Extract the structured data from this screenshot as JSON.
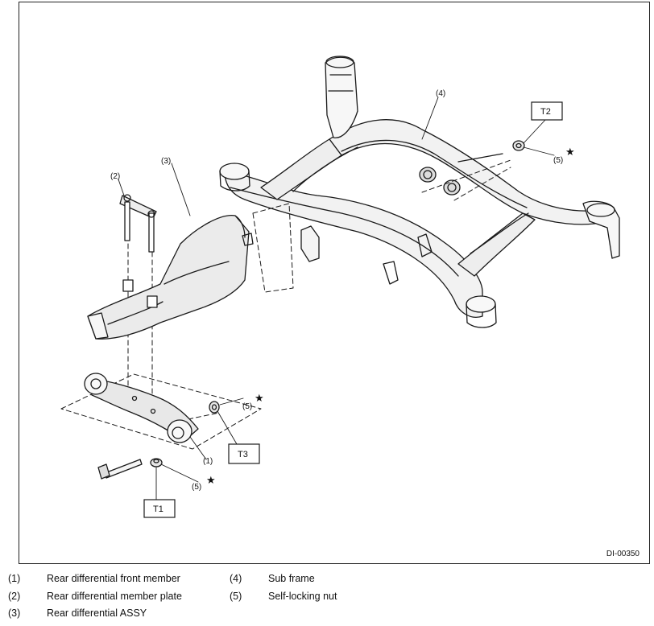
{
  "labels": {
    "n1": "(1)",
    "n2": "(2)",
    "n3": "(3)",
    "n4": "(4)",
    "n5a": "(5)",
    "n5b": "(5)",
    "n5c": "(5)"
  },
  "torque_boxes": {
    "t1": "T1",
    "t2": "T2",
    "t3": "T3"
  },
  "star_symbol": "★",
  "ref_code": "DI-00350",
  "legend": [
    {
      "num": "(1)",
      "text": "Rear differential front member"
    },
    {
      "num": "(2)",
      "text": "Rear differential member plate"
    },
    {
      "num": "(3)",
      "text": "Rear differential ASSY"
    },
    {
      "num": "(4)",
      "text": "Sub frame"
    },
    {
      "num": "(5)",
      "text": "Self-locking nut"
    }
  ]
}
